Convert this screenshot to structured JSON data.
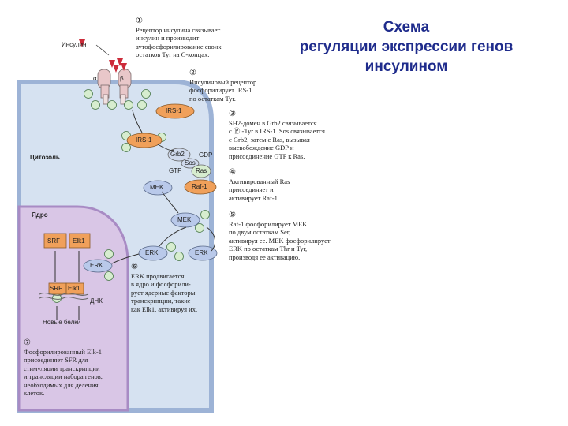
{
  "title": {
    "lines": [
      "Схема",
      "регуляции экспрессии генов",
      "инсулином"
    ]
  },
  "labels": {
    "insulin": "Инсулин",
    "cytosol": "Цитозоль",
    "nucleus": "Ядро",
    "dna": "ДНК",
    "new_proteins": "Новые белки",
    "alpha": "α",
    "beta": "β"
  },
  "molecules": {
    "irs1": "IRS-1",
    "grb2": "Grb2",
    "sos": "Sos",
    "ras": "Ras",
    "gdp": "GDP",
    "gtp": "GTP",
    "mek": "MEK",
    "raf1": "Raf-1",
    "erk": "ERK",
    "srf": "SRF",
    "elk1": "Elk1",
    "p": "P"
  },
  "steps": [
    {
      "num": "①",
      "lines": [
        "Рецептор инсулина связывает",
        "инсулин и производит",
        "аутофосфорилирование своих",
        "остатков Tyr на C-концах."
      ]
    },
    {
      "num": "②",
      "lines": [
        "Инсулиновый рецептор",
        "фосфорилирует IRS-1",
        "по остаткам Tyr."
      ]
    },
    {
      "num": "③",
      "lines": [
        "SH2-домен в Grb2 связывается",
        "с Ⓟ -Tyr в IRS-1. Sos связывается",
        "с Grb2, затем с Ras, вызывая",
        "высвобождение GDP и",
        "присоединение GTP к Ras."
      ]
    },
    {
      "num": "④",
      "lines": [
        "Активированный Ras",
        "присоединяет и",
        "активирует Raf-1."
      ]
    },
    {
      "num": "⑤",
      "lines": [
        "Raf-1 фосфорилирует MEK",
        "по двум остаткам Ser,",
        "активируя ее. MEK фосфорилирует",
        "ERK по остаткам Thr и Tyr,",
        "производя ее активацию."
      ]
    },
    {
      "num": "⑥",
      "lines": [
        "ERK продвигается",
        "в ядро и фосфорили-",
        "рует ядерные факторы",
        "транскрипции, такие",
        "как Elk1, активируя их."
      ]
    },
    {
      "num": "⑦",
      "lines": [
        "Фосфорилированный Elk-1",
        "присоединяет SFR для",
        "стимуляции транскрипции",
        "и трансляции набора генов,",
        "необходимых для деления",
        "клеток."
      ]
    }
  ],
  "colors": {
    "title": "#1f2c8c",
    "cytosol": "#d6e2f1",
    "membrane": "#9db3d6",
    "nucleus": "#d9c6e6",
    "nucleus_border": "#a88bc4",
    "orange": "#f0a05a",
    "mek_blue": "#b9c9ea",
    "p_green": "#d7edcf",
    "receptor": "#e9c7c9",
    "insulin": "#cc2b3a"
  }
}
